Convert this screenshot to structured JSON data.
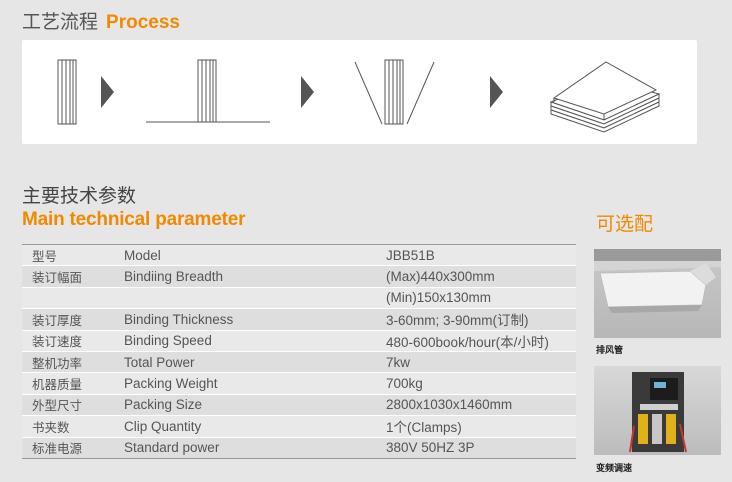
{
  "process": {
    "title_cn": "工艺流程",
    "title_en": "Process"
  },
  "main": {
    "title_cn": "主要技术参数",
    "title_en": "Main technical parameter",
    "rows": [
      {
        "cn": "型号",
        "en": "Model",
        "value": "JBB51B"
      },
      {
        "cn": "装订幅面",
        "en": "Bindiing Breadth",
        "value": "(Max)440x300mm"
      },
      {
        "cn": "",
        "en": "",
        "value": "(Min)150x130mm"
      },
      {
        "cn": "装订厚度",
        "en": "Binding Thickness",
        "value": "3-60mm; 3-90mm(订制)"
      },
      {
        "cn": "装订速度",
        "en": "Binding Speed",
        "value": "480-600book/hour(本/小时)"
      },
      {
        "cn": "整机功率",
        "en": "Total Power",
        "value": "7kw"
      },
      {
        "cn": "机器质量",
        "en": "Packing Weight",
        "value": "700kg"
      },
      {
        "cn": "外型尺寸",
        "en": "Packing Size",
        "value": "2800x1030x1460mm"
      },
      {
        "cn": "书夹数",
        "en": "Clip Quantity",
        "value": "1个(Clamps)"
      },
      {
        "cn": "标准电源",
        "en": "Standard power",
        "value": "380V 50HZ 3P"
      }
    ]
  },
  "optional": {
    "title": "可选配",
    "items": [
      {
        "caption": "排风管"
      },
      {
        "caption": "变频调速"
      }
    ]
  },
  "colors": {
    "accent": "#f08a00",
    "text": "#555555",
    "panel": "#ffffff",
    "background": "#e6e6e6"
  }
}
